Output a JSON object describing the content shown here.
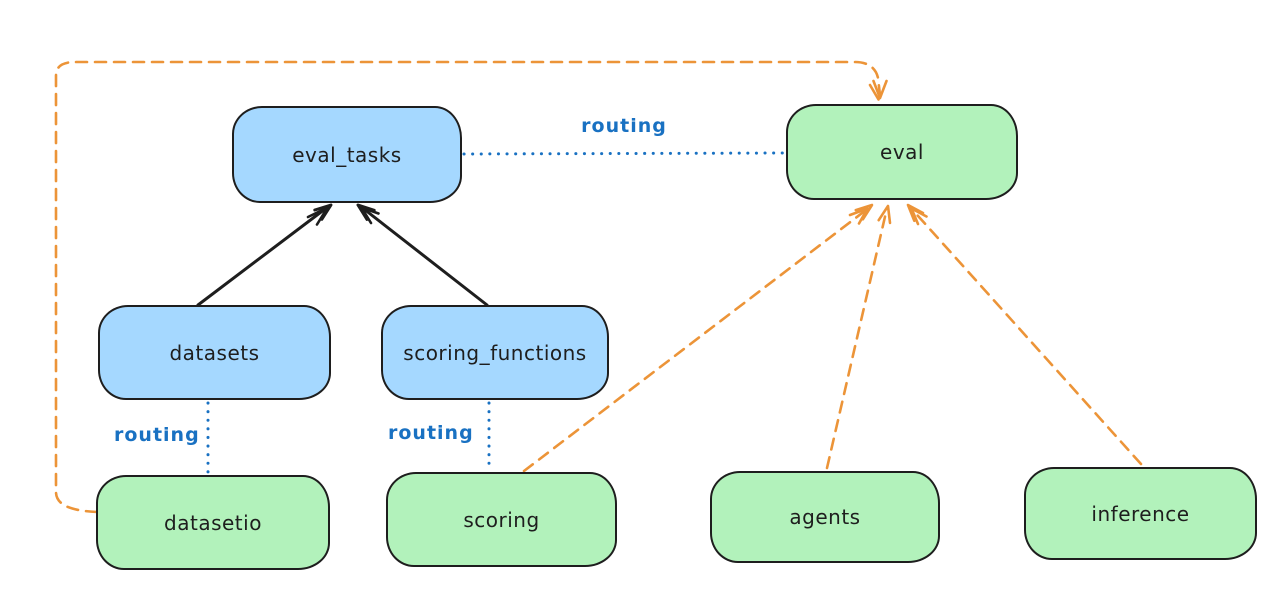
{
  "diagram": {
    "background": "#ffffff",
    "nodes": [
      {
        "id": "eval_tasks",
        "label": "eval_tasks",
        "fill": "#a5d8ff",
        "type": "resource"
      },
      {
        "id": "eval",
        "label": "eval",
        "fill": "#b2f2bb",
        "type": "api"
      },
      {
        "id": "datasets",
        "label": "datasets",
        "fill": "#a5d8ff",
        "type": "resource"
      },
      {
        "id": "scoring_functions",
        "label": "scoring_functions",
        "fill": "#a5d8ff",
        "type": "resource"
      },
      {
        "id": "datasetio",
        "label": "datasetio",
        "fill": "#b2f2bb",
        "type": "api"
      },
      {
        "id": "scoring",
        "label": "scoring",
        "fill": "#b2f2bb",
        "type": "api"
      },
      {
        "id": "agents",
        "label": "agents",
        "fill": "#b2f2bb",
        "type": "api"
      },
      {
        "id": "inference",
        "label": "inference",
        "fill": "#b2f2bb",
        "type": "api"
      }
    ],
    "edges": [
      {
        "from": "datasets",
        "to": "eval_tasks",
        "style": "solid",
        "color": "#1e1e1e",
        "label": ""
      },
      {
        "from": "scoring_functions",
        "to": "eval_tasks",
        "style": "solid",
        "color": "#1e1e1e",
        "label": ""
      },
      {
        "from": "eval_tasks",
        "to": "eval",
        "style": "dotted",
        "color": "#1971c2",
        "label": "routing"
      },
      {
        "from": "datasets",
        "to": "datasetio",
        "style": "dotted",
        "color": "#1971c2",
        "label": "routing"
      },
      {
        "from": "scoring_functions",
        "to": "scoring",
        "style": "dotted",
        "color": "#1971c2",
        "label": "routing"
      },
      {
        "from": "datasetio",
        "to": "eval",
        "style": "dashed",
        "color": "#ec9438",
        "label": ""
      },
      {
        "from": "scoring",
        "to": "eval",
        "style": "dashed",
        "color": "#ec9438",
        "label": ""
      },
      {
        "from": "agents",
        "to": "eval",
        "style": "dashed",
        "color": "#ec9438",
        "label": ""
      },
      {
        "from": "inference",
        "to": "eval",
        "style": "dashed",
        "color": "#ec9438",
        "label": ""
      }
    ],
    "colors": {
      "ink": "#1e1e1e",
      "routing_blue": "#1971c2",
      "provider_orange": "#ec9438",
      "resource_blue_fill": "#a5d8ff",
      "api_green_fill": "#b2f2bb",
      "background": "#ffffff"
    }
  }
}
